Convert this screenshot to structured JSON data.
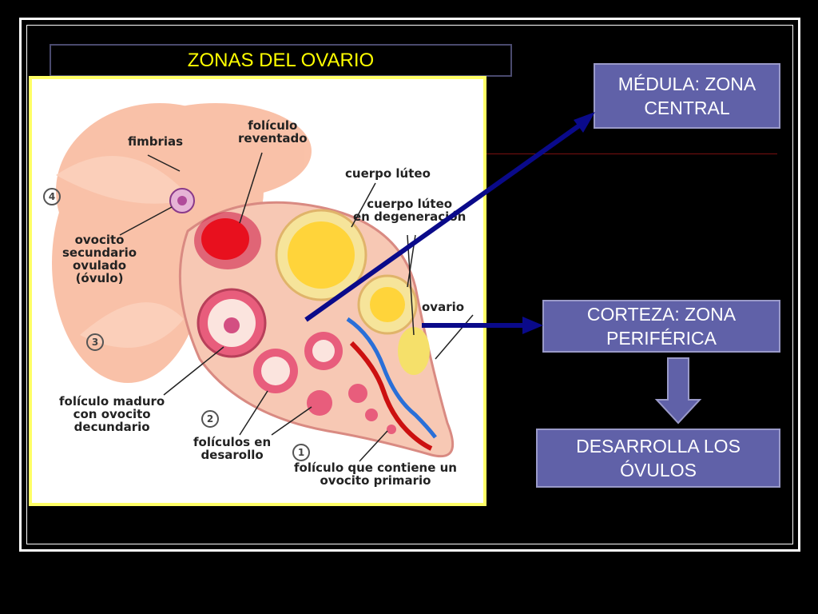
{
  "title": "ZONAS DEL OVARIO",
  "boxes": {
    "medula": "MÉDULA: ZONA\nCENTRAL",
    "corteza": "CORTEZA: ZONA\nPERIFÉRICA",
    "desarrolla": "DESARROLLA LOS\nÓVULOS"
  },
  "labels": {
    "fimbrias": "fimbrias",
    "foliculo_reventado": "folículo\nreventado",
    "cuerpo_luteo": "cuerpo lúteo",
    "cuerpo_luteo_degeneracion": "cuerpo lúteo\nen degeneración",
    "ovocito_secundario": "ovocito\nsecundario\novulado\n(óvulo)",
    "ovario": "ovario",
    "foliculo_maduro": "folículo maduro\ncon ovocito\ndecundario",
    "foliculos_desarrollo": "folículos en\ndesarollo",
    "foliculo_primario": "folículo que contiene un\novocito primario"
  },
  "stages": [
    "1",
    "2",
    "3",
    "4"
  ],
  "colors": {
    "title_text": "#ffff00",
    "box_fill": "#6061a8",
    "arrow_blue": "#0a0a8a",
    "illustration_border": "#ffff66"
  }
}
